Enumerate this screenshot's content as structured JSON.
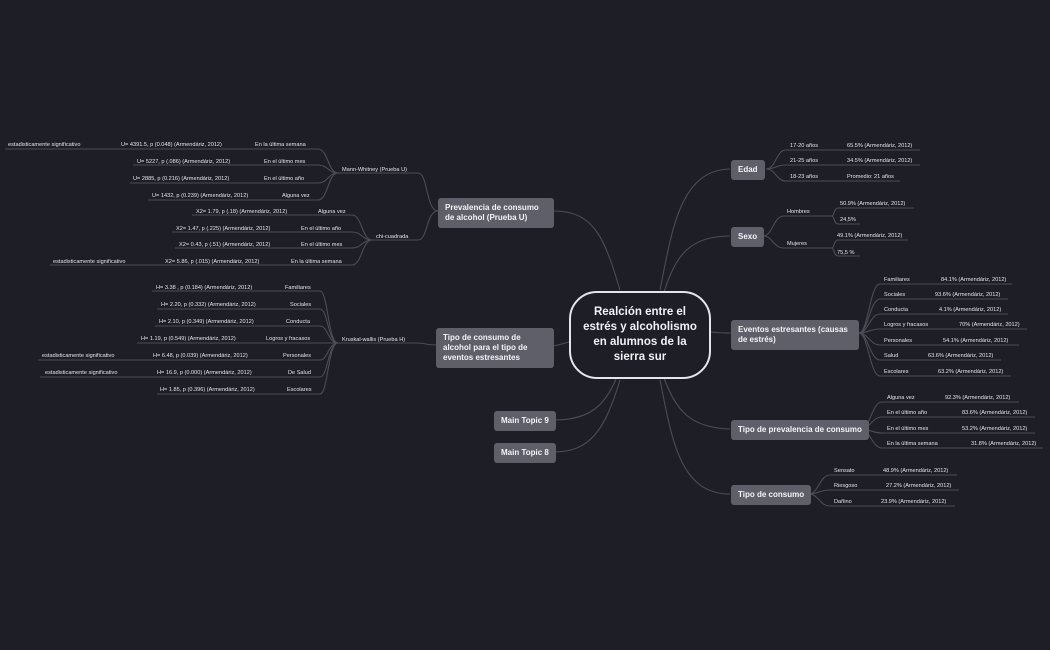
{
  "central": "Realción entre el estrés y alcoholismo en alumnos de la sierra sur",
  "topics": {
    "edad": "Edad",
    "sexo": "Sexo",
    "eventos": "Eventos estresantes (causas de estrés)",
    "prevalencia": "Tipo de prevalencia de consumo",
    "tipo_consumo": "Tipo de consumo",
    "prev_u": "Prevalencia de consumo de alcohol (Prueba U)",
    "tipo_eventos": "Tipo de consumo de alcohol para el tipo de eventos estresantes",
    "main9": "Main Topic 9",
    "main8": "Main Topic 8"
  },
  "edad": [
    {
      "label": "17-20 años",
      "value": "65.5% (Armendáriz, 2012)"
    },
    {
      "label": "21-25 años",
      "value": "34.5% (Armendáriz, 2012)"
    },
    {
      "label": "18-23 años",
      "value": "Promedio: 21 años"
    }
  ],
  "sexo": {
    "hombres": "Hombres",
    "hombres_values": [
      "50.9% (Armendáriz, 2012)",
      "24,5%"
    ],
    "mujeres": "Mujeres",
    "mujeres_values": [
      "49.1% (Armendáriz, 2012)",
      "75,5 %"
    ]
  },
  "eventos": [
    {
      "label": "Familiares",
      "value": "84.1% (Armendáriz, 2012)"
    },
    {
      "label": "Sociales",
      "value": "93.6% (Armendáriz, 2012)"
    },
    {
      "label": "Conducta",
      "value": "4.1% (Armendáriz, 2012)"
    },
    {
      "label": "Logros y fracasos",
      "value": "70% (Armendáriz, 2012)"
    },
    {
      "label": "Personales",
      "value": "54.1% (Armendáriz, 2012)"
    },
    {
      "label": "Salud",
      "value": "63.6% (Armendáriz, 2012)"
    },
    {
      "label": "Escolares",
      "value": "63.2% (Armendáriz, 2012)"
    }
  ],
  "prevalencia": [
    {
      "label": "Alguna vez",
      "value": "92.3% (Armendáriz, 2012)"
    },
    {
      "label": "En el último año",
      "value": "83.6% (Armendáriz, 2012)"
    },
    {
      "label": "En el último mes",
      "value": "53.2% (Armendáriz, 2012)"
    },
    {
      "label": "En la última semana",
      "value": "31.8% (Armendáriz, 2012)"
    }
  ],
  "tipo_consumo": [
    {
      "label": "Sensato",
      "value": "48.9% (Armendáriz, 2012)"
    },
    {
      "label": "Riesgoso",
      "value": "27.2% (Armendáriz, 2012)"
    },
    {
      "label": "Dañino",
      "value": "23.9% (Armendáriz, 2012)"
    }
  ],
  "mann": {
    "label": "Mann-Whitney (Prueba U)",
    "items": [
      {
        "label": "En la última semana",
        "value": "U= 4391.5, p (0.048) (Armendáriz, 2012)",
        "note": "estadisticamente significativo"
      },
      {
        "label": "En el último mes",
        "value": "U= 5227, p (.086) (Armendáriz, 2012)"
      },
      {
        "label": "En el último año",
        "value": "U= 2885,  p (0.216) (Armendáriz, 2012)"
      },
      {
        "label": "Alguna vez",
        "value": "U= 1432, p (0.239) (Armendáriz, 2012)"
      }
    ]
  },
  "chi": {
    "label": "chi-cuadrada",
    "items": [
      {
        "label": "Alguna vez",
        "value": "X2= 1.79, p (.18) (Armendáriz, 2012)"
      },
      {
        "label": "En el último año",
        "value": "X2= 1.47, p (.225) (Armendáriz, 2012)"
      },
      {
        "label": "En el último mes",
        "value": "X2= 0.43, p (.51) (Armendáriz, 2012)"
      },
      {
        "label": "En la última semana",
        "value": "X2= 5.86, p (.015) (Armendáriz, 2012)",
        "note": "estadisticamente significativo"
      }
    ]
  },
  "kruskal": {
    "label": "Kruskal-wallis (Prueba H)",
    "items": [
      {
        "label": "Familiares",
        "value": "H= 3.38 , p (0.184) (Armendáriz, 2012)"
      },
      {
        "label": "Sociales",
        "value": "H= 2.20, p (0.332) (Armendáriz, 2012)"
      },
      {
        "label": "Conducta",
        "value": "H= 2.10, p (0.349) (Armendáriz, 2012)"
      },
      {
        "label": "Logros y fracasos",
        "value": "H= 1.19, p (0.549) (Armendáriz, 2012)"
      },
      {
        "label": "Personales",
        "value": "H= 6.48, p (0.039) (Armendáriz, 2012)",
        "note": "estadisticamente significativo"
      },
      {
        "label": "De Salud",
        "value": "H= 16.9, p (0.000) (Armendáriz, 2012)",
        "note": "estadisticamente significativo"
      },
      {
        "label": "Escolares",
        "value": "H= 1.85, p (0.396) (Armendáriz, 2012)"
      }
    ]
  }
}
